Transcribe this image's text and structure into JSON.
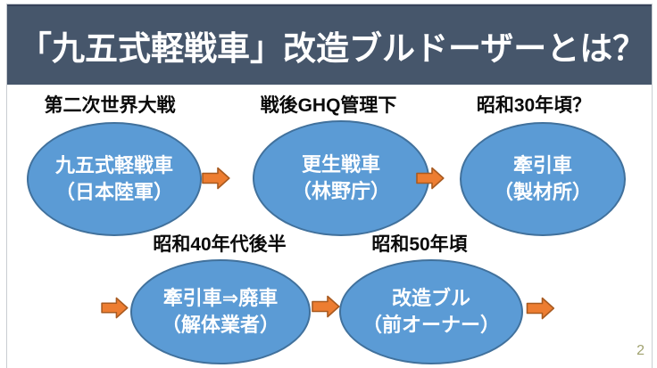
{
  "slide": {
    "title": "「九五式軽戦車」改造ブルドーザーとは？",
    "page_number": "2"
  },
  "flowchart": {
    "arrow_icon": "block-arrow-right",
    "row1": [
      {
        "era": "第二次世界大戦",
        "line1": "九五式軽戦車",
        "line2": "（日本陸軍）"
      },
      {
        "era": "戦後GHQ管理下",
        "line1": "更生戦車",
        "line2": "（林野庁）"
      },
      {
        "era": "昭和30年頃？",
        "line1": "牽引車",
        "line2": "（製材所）"
      }
    ],
    "row2": [
      {
        "era": "昭和40年代後半",
        "line1": "牽引車⇒廃車",
        "line2": "（解体業者）"
      },
      {
        "era": "昭和50年頃",
        "line1": "改造ブル",
        "line2": "（前オーナー）"
      }
    ]
  },
  "colors": {
    "header_bg": "#46566b",
    "ellipse_fill": "#5b9bd5",
    "ellipse_border": "#41719c",
    "arrow_fill": "#ed7d31",
    "arrow_border": "#a85a20",
    "page_number": "#a0a26f"
  }
}
